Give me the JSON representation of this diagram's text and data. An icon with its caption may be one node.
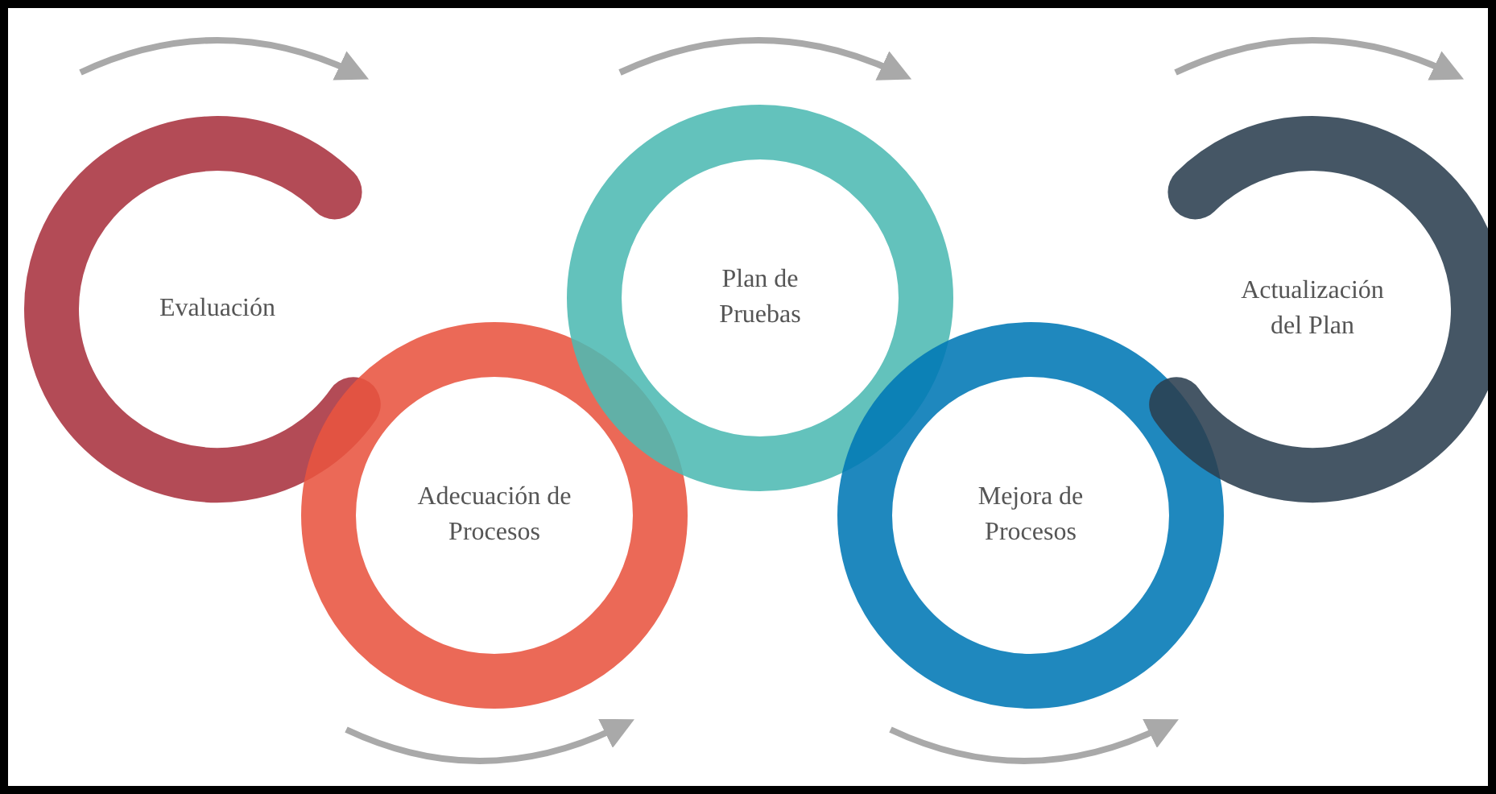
{
  "diagram": {
    "nodes": [
      {
        "text": [
          "Evaluación"
        ]
      },
      {
        "text": [
          "Adecuación de Procesos"
        ]
      },
      {
        "text": [
          "Plan de Pruebas"
        ]
      },
      {
        "text": [
          "Mejora de Procesos"
        ]
      },
      {
        "text": [
          "Actualización del Plan"
        ]
      }
    ]
  }
}
